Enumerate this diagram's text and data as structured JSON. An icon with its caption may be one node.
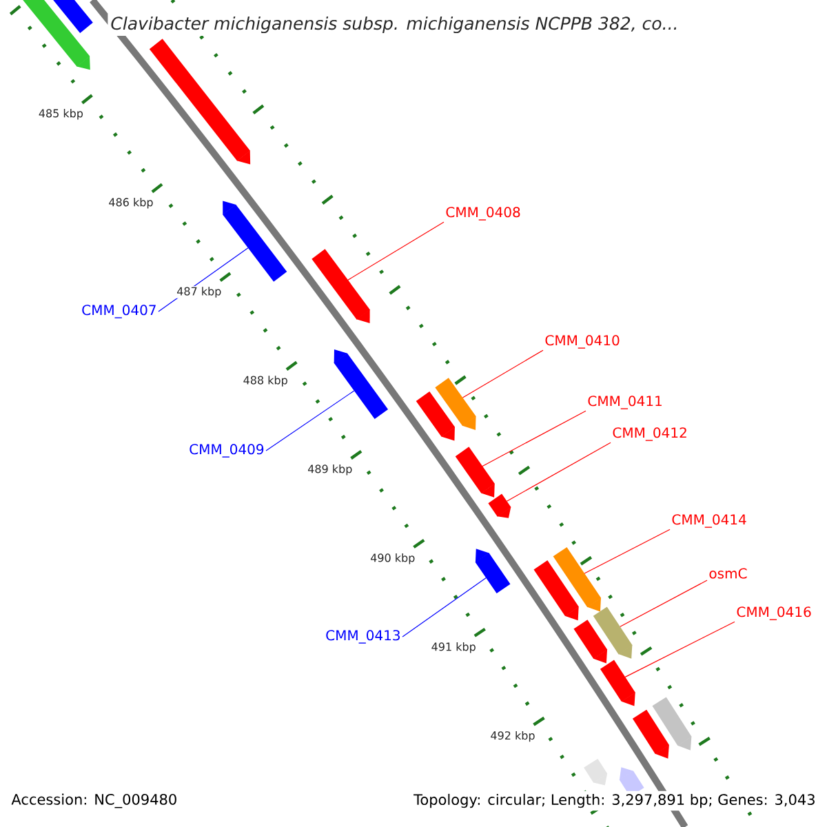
{
  "diagram": {
    "title": "Clavibacter michiganensis subsp. michiganensis NCPPB 382, co...",
    "nodes": [
      {
        "text": [
          "CMM_0408"
        ]
      },
      {
        "text": [
          "CMM_0407"
        ]
      },
      {
        "text": [
          "CMM_0410"
        ]
      },
      {
        "text": [
          "CMM_0411"
        ]
      },
      {
        "text": [
          "CMM_0412"
        ]
      },
      {
        "text": [
          "CMM_0409"
        ]
      },
      {
        "text": [
          "CMM_0414"
        ]
      },
      {
        "text": [
          "osmC"
        ]
      },
      {
        "text": [
          "CMM_0416"
        ]
      },
      {
        "text": [
          "CMM_0413"
        ]
      },
      {
        "text": [],
        "shape": "bar"
      },
      {
        "text": [],
        "shape": "bar"
      },
      {
        "text": [],
        "shape": "bar"
      },
      {
        "text": [],
        "shape": "bar"
      },
      {
        "text": [],
        "shape": "bar"
      },
      {
        "text": [],
        "shape": "bar"
      },
      {
        "text": [],
        "shape": "bar"
      },
      {
        "text": [],
        "shape": "bar"
      },
      {
        "text": [],
        "shape": "bar"
      },
      {
        "text": [],
        "shape": "bar"
      },
      {
        "text": [],
        "shape": "bar"
      },
      {
        "text": [],
        "shape": "bar"
      },
      {
        "text": [],
        "shape": "bar"
      },
      {
        "text": [],
        "shape": "bar"
      },
      {
        "text": [],
        "shape": "bar"
      },
      {
        "text": [],
        "shape": "bar"
      },
      {
        "text": [],
        "shape": "bar"
      },
      {
        "text": [],
        "shape": "bar"
      },
      {
        "text": [],
        "shape": "bar"
      },
      {
        "text": [],
        "shape": "bar"
      }
    ],
    "edges": [
      {
        "from": 0,
        "to": 14,
        "arrow": "none"
      },
      {
        "from": 1,
        "to": 13,
        "arrow": "none",
        "color": "#0000ff"
      },
      {
        "from": 2,
        "to": 17,
        "arrow": "none"
      },
      {
        "from": 3,
        "to": 18,
        "arrow": "none"
      },
      {
        "from": 4,
        "to": 19,
        "arrow": "none"
      },
      {
        "from": 5,
        "to": 15,
        "arrow": "none",
        "color": "#0000ff"
      },
      {
        "from": 6,
        "to": 22,
        "arrow": "none"
      },
      {
        "from": 7,
        "to": 24,
        "arrow": "none"
      },
      {
        "from": 8,
        "to": 25,
        "arrow": "none"
      },
      {
        "from": 9,
        "to": 20,
        "arrow": "none",
        "color": "#0000ff"
      }
    ],
    "labels": [
      "485 kbp",
      "486 kbp",
      "487 kbp",
      "488 kbp",
      "489 kbp",
      "490 kbp",
      "491 kbp",
      "492 kbp",
      "Accession: NC_009480",
      "Topology: circular; Length: 3,297,891 bp; Genes: 3,043"
    ]
  }
}
